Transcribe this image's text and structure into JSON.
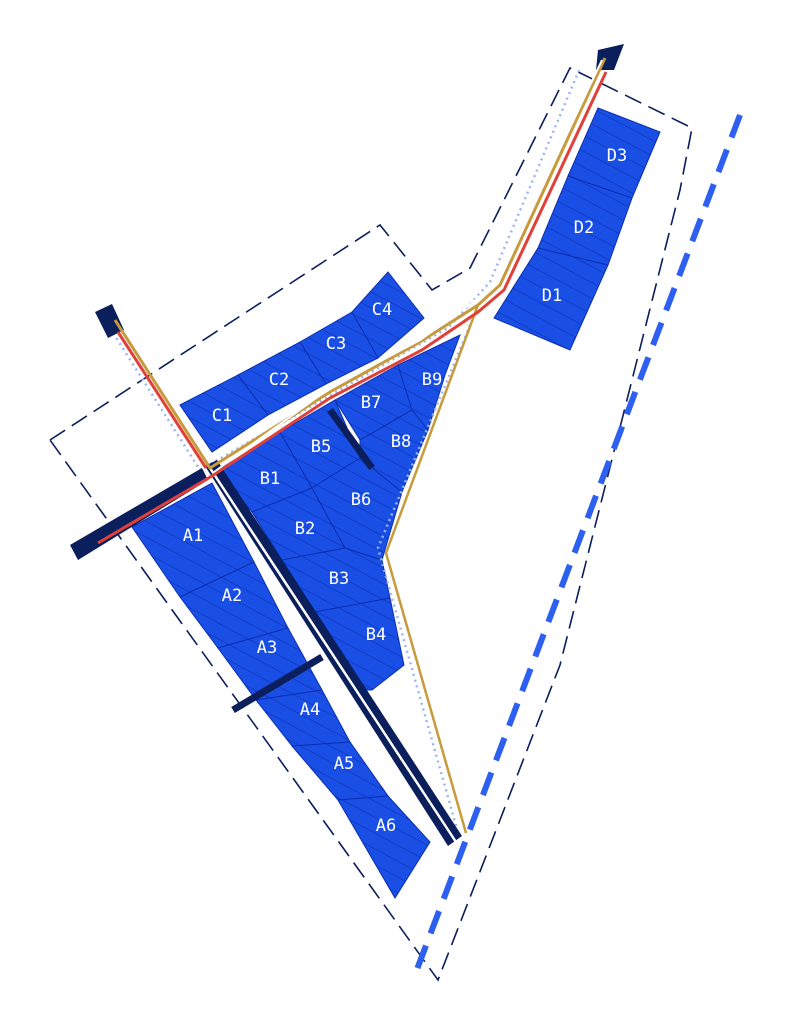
{
  "colors": {
    "plot_fill": "#1a4fe6",
    "plot_stroke": "#0c2fb0",
    "plot_hatch": "#0e34b8",
    "boundary": "#0a1f5c",
    "road": "#0a1f5c",
    "dashed_blue": "#2d5ff0",
    "path_gold": "#c79a3c",
    "path_red": "#e0403a",
    "dotted_light": "#9bb4f5",
    "label": "#ffffff"
  },
  "plots": {
    "A1": "A1",
    "A2": "A2",
    "A3": "A3",
    "A4": "A4",
    "A5": "A5",
    "A6": "A6",
    "B1": "B1",
    "B2": "B2",
    "B3": "B3",
    "B4": "B4",
    "B5": "B5",
    "B6": "B6",
    "B7": "B7",
    "B8": "B8",
    "B9": "B9",
    "C1": "C1",
    "C2": "C2",
    "C3": "C3",
    "C4": "C4",
    "D1": "D1",
    "D2": "D2",
    "D3": "D3"
  }
}
